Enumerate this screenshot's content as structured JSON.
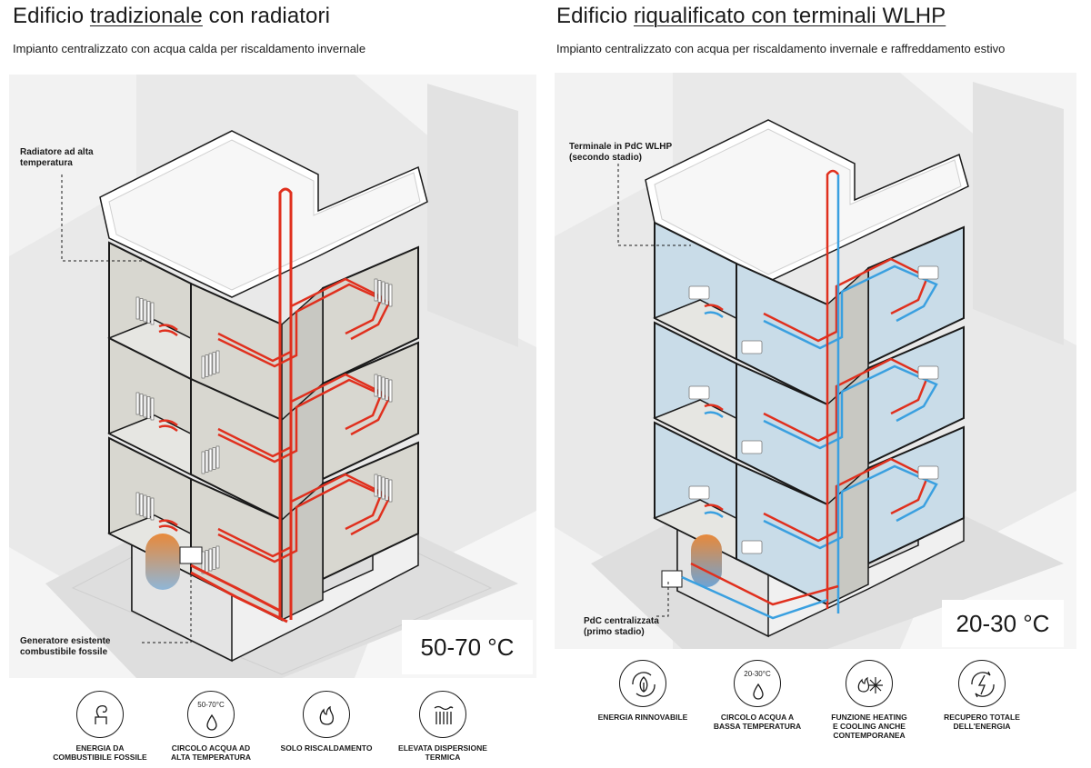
{
  "left": {
    "title_pre": "Edificio ",
    "title_underlined": "tradizionale",
    "title_post": " con radiatori",
    "subtitle": "Impianto centralizzato con acqua calda per riscaldamento invernale",
    "callout_top": [
      "Radiatore ad alta",
      "temperatura"
    ],
    "callout_bottom": [
      "Generatore esistente",
      "combustibile fossile"
    ],
    "temperature": "50-70 °C",
    "icons": [
      {
        "icon": "fossil-fuel-icon",
        "label": [
          "ENERGIA DA",
          "COMBUSTIBILE FOSSILE"
        ],
        "circle_text": ""
      },
      {
        "icon": "water-drop-icon",
        "label": [
          "CIRCOLO ACQUA AD",
          "ALTA TEMPERATURA"
        ],
        "circle_text": "50-70°C"
      },
      {
        "icon": "flame-icon",
        "label": [
          "SOLO RISCALDAMENTO"
        ],
        "circle_text": ""
      },
      {
        "icon": "radiator-heat-icon",
        "label": [
          "ELEVATA DISPERSIONE",
          "TERMICA"
        ],
        "circle_text": ""
      }
    ]
  },
  "right": {
    "title_pre": "Edificio ",
    "title_underlined": "riqualificato con terminali WLHP",
    "title_post": "",
    "subtitle": "Impianto centralizzato con acqua per riscaldamento invernale e raffreddamento estivo",
    "callout_top": [
      "Terminale in PdC WLHP",
      "(secondo stadio)"
    ],
    "callout_bottom": [
      "PdC centralizzata",
      "(primo stadio)"
    ],
    "temperature": "20-30 °C",
    "icons": [
      {
        "icon": "renewable-leaf-icon",
        "label": [
          "ENERGIA RINNOVABILE"
        ],
        "circle_text": ""
      },
      {
        "icon": "water-drop-icon",
        "label": [
          "CIRCOLO ACQUA A",
          "BASSA TEMPERATURA"
        ],
        "circle_text": "20-30°C"
      },
      {
        "icon": "flame-snowflake-icon",
        "label": [
          "FUNZIONE HEATING",
          "E COOLING ANCHE",
          "CONTEMPORANEA"
        ],
        "circle_text": ""
      },
      {
        "icon": "energy-recovery-icon",
        "label": [
          "RECUPERO TOTALE",
          "DELL'ENERGIA"
        ],
        "circle_text": ""
      }
    ]
  },
  "colors": {
    "hot_pipe": "#e0301e",
    "cold_pipe": "#3aa0e0",
    "traditional_room": "#d8d7d0",
    "retrofit_room": "#c9dce8",
    "wall_outline": "#1a1a1a",
    "tank_orange": "#e8893a",
    "tank_blue": "#8fb6d8"
  }
}
